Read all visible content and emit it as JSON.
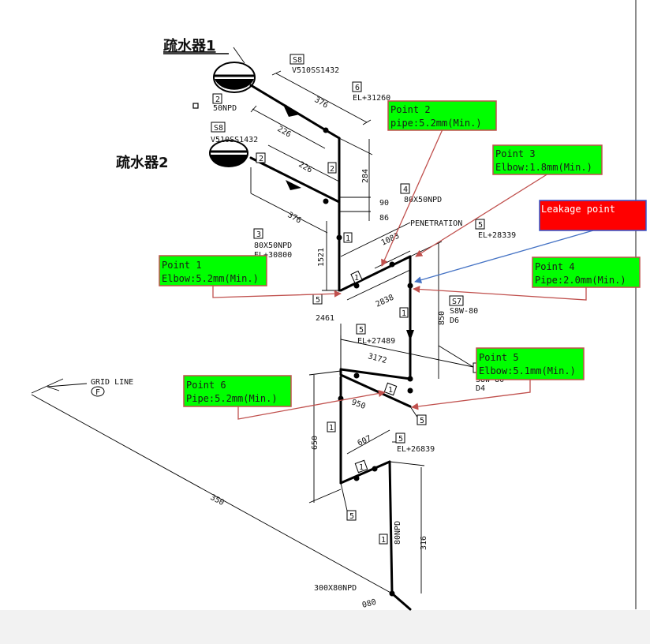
{
  "titles": {
    "drain1": "疏水器1",
    "drain2": "疏水器2"
  },
  "annotations": {
    "point1": {
      "line1": "Point 1",
      "line2": "Elbow:5.2mm(Min.)"
    },
    "point2": {
      "line1": "Point 2",
      "line2": "pipe:5.2mm(Min.)"
    },
    "point3": {
      "line1": "Point 3",
      "line2": "Elbow:1.8mm(Min.)"
    },
    "point4": {
      "line1": "Point 4",
      "line2": "Pipe:2.0mm(Min.)"
    },
    "point5": {
      "line1": "Point 5",
      "line2": "Elbow:5.1mm(Min.)"
    },
    "point6": {
      "line1": "Point 6",
      "line2": "Pipe:5.2mm(Min.)"
    },
    "leakage": {
      "line1": "Leakage point"
    }
  },
  "tags": {
    "s8a": "S8",
    "s8b": "S8",
    "s7": "S7",
    "n2a": "2",
    "n2b": "2",
    "n3": "3",
    "n4": "4",
    "n6": "6",
    "n5a": "5",
    "n5b": "5",
    "n5c": "5",
    "n5d": "5",
    "n5e": "5",
    "n5f": "5",
    "n5g": "5",
    "seg1a": "1",
    "seg1b": "1",
    "seg1c": "1",
    "seg1d": "1",
    "seg1e": "1",
    "seg1f": "1",
    "seg1g": "1",
    "seg2": "2"
  },
  "labels": {
    "v510a": "V510SS1432",
    "v510b": "V510SS1432",
    "npd50": "50NPD",
    "el31260": "EL+31260",
    "npd80x50a": "80X50NPD",
    "npd80x50b": "80X50NPD",
    "el30800": "EL+30800",
    "penetration": "PENETRATION",
    "el28339": "EL+28339",
    "s8w80a": "S8W-80",
    "d6": "D6",
    "s8w80b": "S8W-80",
    "d4": "D4",
    "el27489": "EL+27489",
    "el26839": "EL+26839",
    "npd80": "80NPD",
    "npd300x80": "300X80NPD",
    "gridline": "GRID LINE",
    "gridF": "F",
    "partial080": "080"
  },
  "dims": {
    "d376a": "376",
    "d226a": "226",
    "d226b": "226",
    "d376b": "376",
    "d284": "284",
    "d90": "90",
    "d86": "86",
    "d1083": "1083",
    "d1521": "1521",
    "d2838": "2838",
    "d2461": "2461",
    "d850": "850",
    "d3172": "3172",
    "d950": "950",
    "d650": "650",
    "d607": "607",
    "d316": "316",
    "d350": "350"
  },
  "colors": {
    "callout_green": "#00ff00",
    "callout_border": "#c0504d",
    "leak_red": "#ff0000",
    "leak_border": "#3355cc",
    "leader_red": "#c0504d",
    "leader_blue": "#4472c4"
  }
}
